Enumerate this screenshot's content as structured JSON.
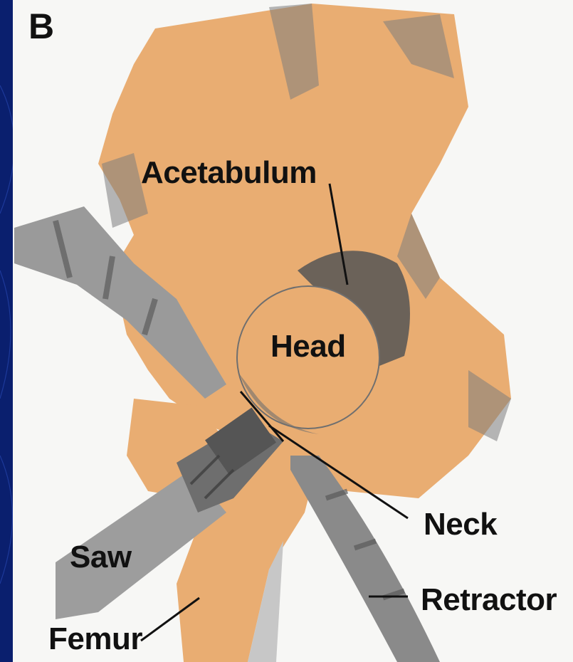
{
  "panel_letter": "B",
  "labels": {
    "acetabulum": "Acetabulum",
    "head": "Head",
    "neck": "Neck",
    "saw": "Saw",
    "retractor": "Retractor",
    "femur": "Femur"
  },
  "colors": {
    "background": "#0a1f6e",
    "panel": "#f7f7f5",
    "bone": "#e9ad72",
    "instrument": "#8d8d8d",
    "shadow": "#5a5a5a",
    "line": "#111111"
  }
}
